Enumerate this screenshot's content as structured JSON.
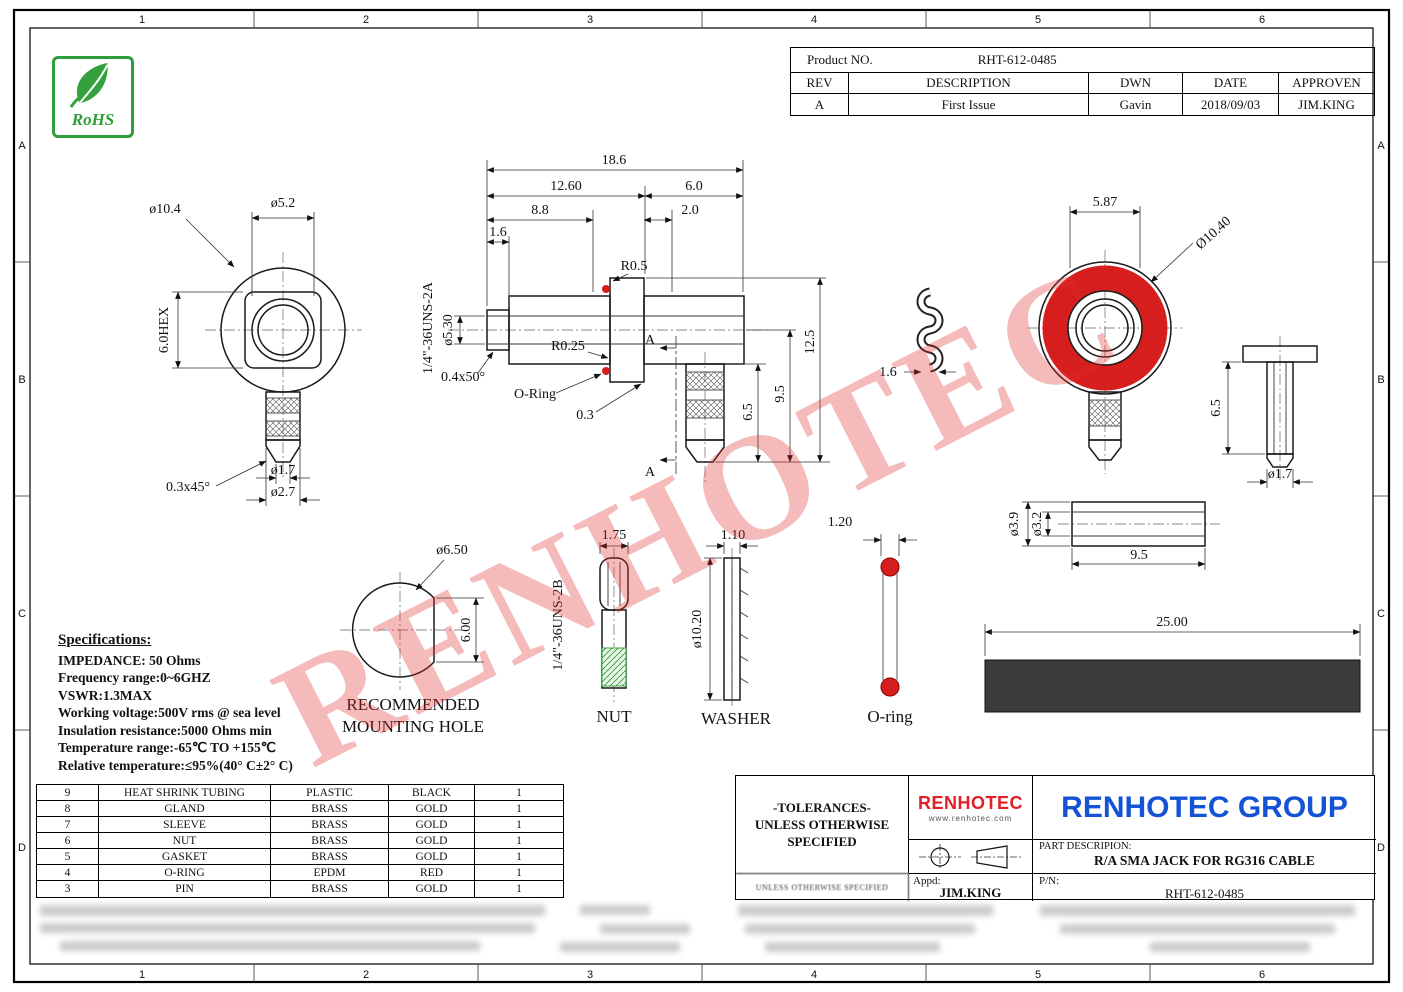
{
  "page": {
    "watermark": "RENHOTEC"
  },
  "colors": {
    "accent_red": "#d61e1e",
    "brand_blue": "#1553d6",
    "logo_red": "#e31e24",
    "rohs_green": "#2e9e3a",
    "tube_gray": "#3b3b3b"
  },
  "zones": {
    "cols": [
      "1",
      "2",
      "3",
      "4",
      "5",
      "6"
    ],
    "rows": [
      "A",
      "B",
      "C",
      "D"
    ]
  },
  "rohs": {
    "label": "RoHS"
  },
  "rev_block": {
    "product_no_label": "Product NO.",
    "product_no": "RHT-612-0485",
    "headers": [
      "REV",
      "DESCRIPTION",
      "DWN",
      "DATE",
      "APPROVEN"
    ],
    "row": [
      "A",
      "First Issue",
      "Gavin",
      "2018/09/03",
      "JIM.KING"
    ]
  },
  "specs": {
    "title": "Specifications:",
    "lines": [
      "IMPEDANCE: 50 Ohms",
      "Frequency range:0~6GHZ",
      "VSWR:1.3MAX",
      "Working voltage:500V rms @ sea level",
      "Insulation resistance:5000 Ohms min",
      "Temperature range:-65℃ TO +155℃",
      "Relative temperature:≤95%(40° C±2° C)"
    ]
  },
  "bom": {
    "rows": [
      [
        "9",
        "HEAT SHRINK TUBING",
        "PLASTIC",
        "BLACK",
        "1"
      ],
      [
        "8",
        "GLAND",
        "BRASS",
        "GOLD",
        "1"
      ],
      [
        "7",
        "SLEEVE",
        "BRASS",
        "GOLD",
        "1"
      ],
      [
        "6",
        "NUT",
        "BRASS",
        "GOLD",
        "1"
      ],
      [
        "5",
        "GASKET",
        "BRASS",
        "GOLD",
        "1"
      ],
      [
        "4",
        "O-RING",
        "EPDM",
        "RED",
        "1"
      ],
      [
        "3",
        "PIN",
        "BRASS",
        "GOLD",
        "1"
      ]
    ]
  },
  "title_block": {
    "tol1": "-TOLERANCES-",
    "tol2": "UNLESS OTHERWISE",
    "tol3": "SPECIFIED",
    "fine_print": "UNLESS OTHERWISE SPECIFIED",
    "logo": "RENHOTEC",
    "logo_url": "www.renhotec.com",
    "group": "RENHOTEC GROUP",
    "part_desc_label": "PART DESCRIPION:",
    "part_desc": "R/A SMA JACK FOR RG316 CABLE",
    "appd_label": "Appd:",
    "appd": "JIM.KING",
    "pn_label": "P/N:",
    "pn": "RHT-612-0485"
  },
  "d": {
    "f_od": "ø10.4",
    "f_mid": "ø5.2",
    "f_hex": "6.0HEX",
    "f_ch": "0.3x45°",
    "f_pin": "ø1.7",
    "f_stem": "ø2.7",
    "s_total": "18.6",
    "s_1260": "12.60",
    "s_60": "6.0",
    "s_88": "8.8",
    "s_20": "2.0",
    "s_16": "1.6",
    "s_r05": "R0.5",
    "s_thread": "1/4\"-36UNS-2A",
    "s_bore": "ø5.30",
    "s_r025": "R0.25",
    "s_ch": "0.4x50°",
    "s_oring": "O-Ring",
    "s_03": "0.3",
    "s_125": "12.5",
    "s_95": "9.5",
    "s_65": "6.5",
    "s_secA": "A",
    "g_16": "1.6",
    "r_587": "5.87",
    "r_od": "Ø10.40",
    "p_65": "6.5",
    "p_17": "ø1.7",
    "sl_od": "ø3.9",
    "sl_id": "ø3.2",
    "sl_len": "9.5",
    "t_len": "25.00",
    "h_d": "ø6.50",
    "h_h": "6.00",
    "h_l1": "RECOMMENDED",
    "h_l2": "MOUNTING HOLE",
    "n_w": "1.75",
    "n_thread": "1/4\"-36UNS-2B",
    "n_label": "NUT",
    "w_w": "1.10",
    "w_d": "ø10.20",
    "w_label": "WASHER",
    "o_w": "1.20",
    "o_label": "O-ring"
  }
}
